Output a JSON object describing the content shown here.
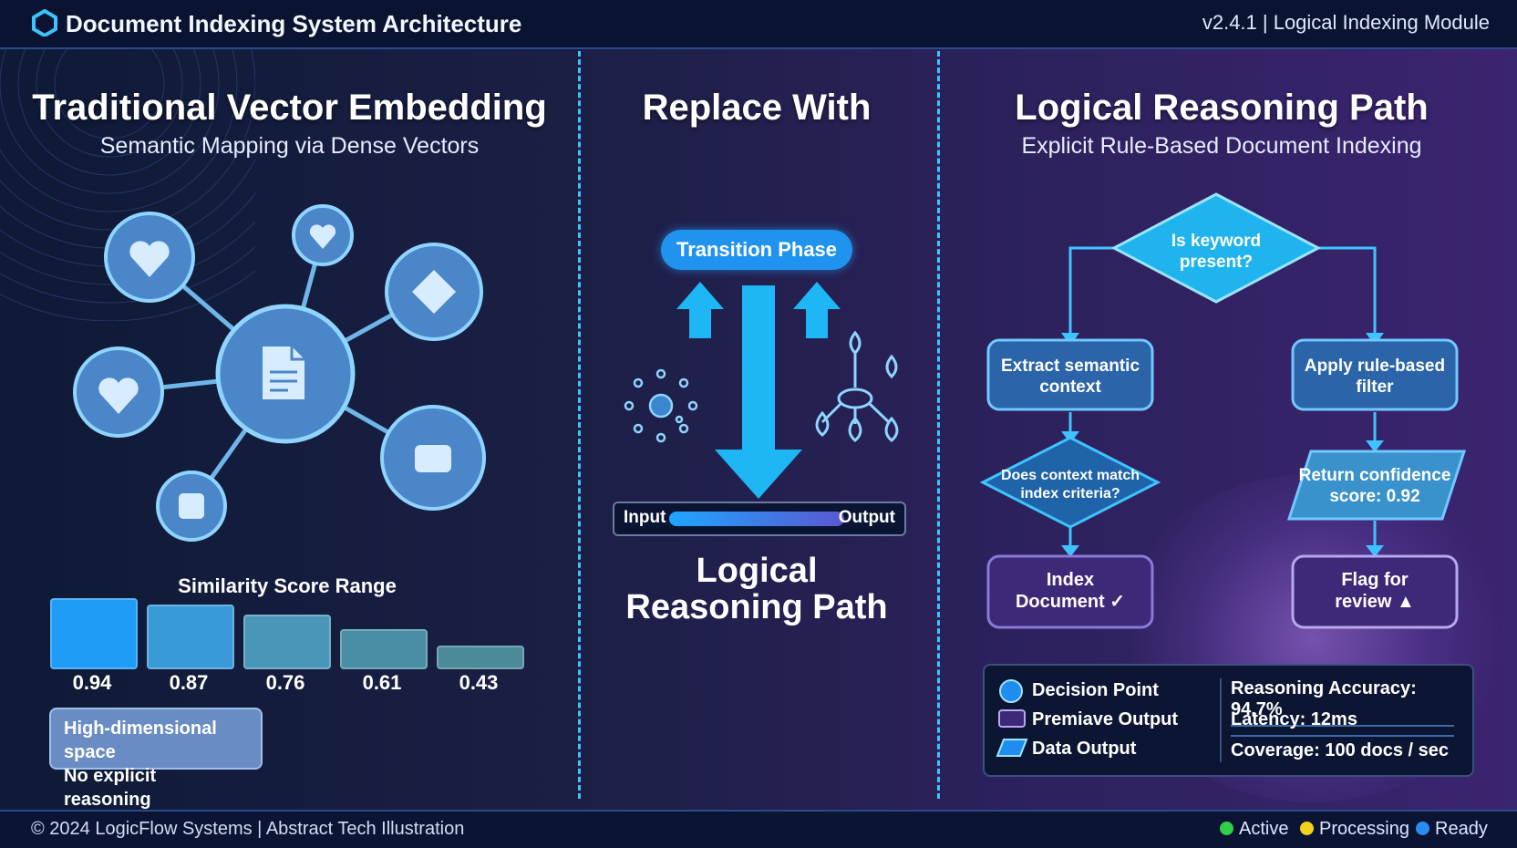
{
  "header": {
    "title": "Document Indexing System Architecture",
    "version": "v2.4.1 | Logical Indexing Module"
  },
  "left": {
    "title": "Traditional Vector Embedding",
    "subtitle": "Semantic Mapping via Dense Vectors",
    "similarity_title": "Similarity Score Range",
    "scores": [
      "0.94",
      "0.87",
      "0.76",
      "0.61",
      "0.43"
    ],
    "score_values": [
      0.94,
      0.87,
      0.76,
      0.61,
      0.43
    ],
    "note_line1": "High-dimensional space",
    "note_line2": "No explicit reasoning"
  },
  "middle": {
    "title": "Replace With",
    "pill": "Transition Phase",
    "input_label": "Input",
    "output_label": "Output",
    "footer_line1": "Logical",
    "footer_line2": "Reasoning Path"
  },
  "right": {
    "title": "Logical Reasoning Path",
    "subtitle": "Explicit Rule-Based Document Indexing",
    "decision1": [
      "Is keyword",
      "present?"
    ],
    "extract": [
      "Extract semantic",
      "context"
    ],
    "apply": [
      "Apply rule-based",
      "filter"
    ],
    "decision2": [
      "Does context match",
      "index criteria?"
    ],
    "return": [
      "Return confidence",
      "score: 0.92"
    ],
    "index": [
      "Index",
      "Document ✓"
    ],
    "flag": [
      "Flag for",
      "review ▲"
    ],
    "legend": {
      "decision": "Decision Point",
      "premiave": "Premiave Output",
      "data": "Data Output"
    },
    "metrics": {
      "accuracy": "Reasoning Accuracy: 94.7%",
      "latency": "Latency: 12ms",
      "coverage": "Coverage: 100 docs / sec"
    }
  },
  "footer": {
    "copyright": "© 2024 LogicFlow Systems | Abstract Tech Illustration",
    "status_active": "Active",
    "status_processing": "Processing",
    "status_ready": "Ready"
  },
  "colors": {
    "accent": "#3ec3ff",
    "node": "#4a86c8",
    "decision": "#1fb4ee",
    "purple_box": "#3e2878",
    "active": "#2fd04a",
    "processing": "#f2d21a",
    "ready": "#2a8cf0"
  }
}
